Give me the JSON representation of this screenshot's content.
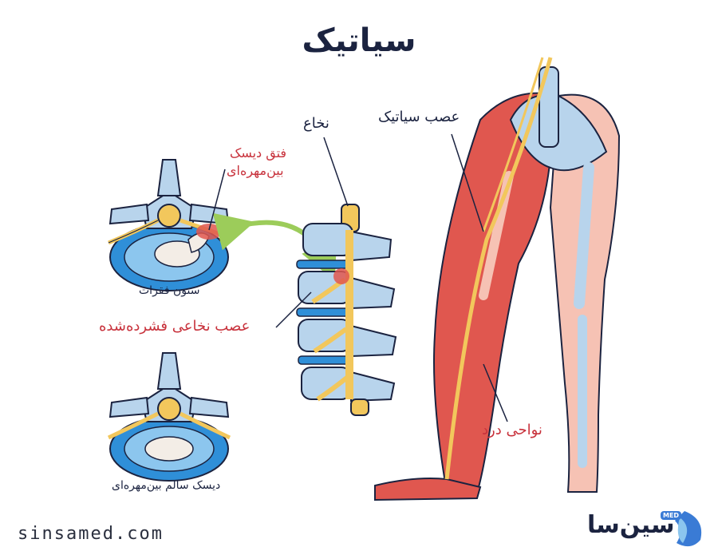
{
  "title": "سیاتیک",
  "labels": {
    "spinal_cord": "نخاع",
    "sciatic_nerve": "عصب سیاتیک",
    "herniated_disc_line1": "فتق دیسک",
    "herniated_disc_line2": "بین‌مهره‌ای",
    "vertebral_column": "ستون فقرات",
    "compressed_nerve": "عصب نخاعی فشرده‌شده",
    "healthy_disc": "دیسک سالم بین‌مهره‌ای",
    "pain_areas": "نواحی درد"
  },
  "footer": {
    "website": "sinsamed.com",
    "brand_name": "سین‌سا",
    "brand_badge": "MED"
  },
  "colors": {
    "title": "#1b2340",
    "highlight_red": "#c8323c",
    "nerve_yellow": "#f2c75c",
    "bone_blue": "#b8d4ec",
    "disc_blue": "#2f8fd8",
    "leg_red": "#e0574f",
    "leg_pink": "#f6c2b4",
    "arrow_green": "#9ccc5a",
    "brand_blue": "#3a7bd5"
  }
}
